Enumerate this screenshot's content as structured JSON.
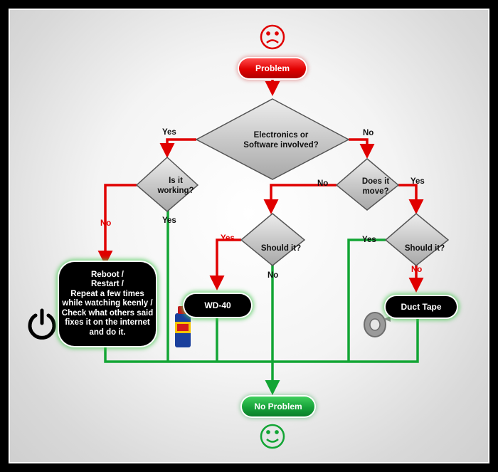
{
  "nodes": {
    "start": "Problem",
    "q_electronics": [
      "Electronics or",
      "Software involved?"
    ],
    "q_working": [
      "Is it",
      "working?"
    ],
    "q_move": [
      "Does it",
      "move?"
    ],
    "q_should_left": "Should it?",
    "q_should_right": "Should it?",
    "reboot": [
      "Reboot /",
      "Restart /",
      "Repeat a few times",
      "while watching keenly /",
      "Check what others said",
      "fixes it on the internet",
      "and do it."
    ],
    "wd40": "WD-40",
    "duct": "Duct Tape",
    "end": "No Problem"
  },
  "labels": {
    "yes": "Yes",
    "no": "No"
  },
  "colors": {
    "red": "#e00000",
    "green": "#12a534",
    "black": "#000000"
  },
  "icons": [
    "sad-face-icon",
    "happy-face-icon",
    "power-icon",
    "wd40-can-icon",
    "duct-tape-roll-icon"
  ]
}
